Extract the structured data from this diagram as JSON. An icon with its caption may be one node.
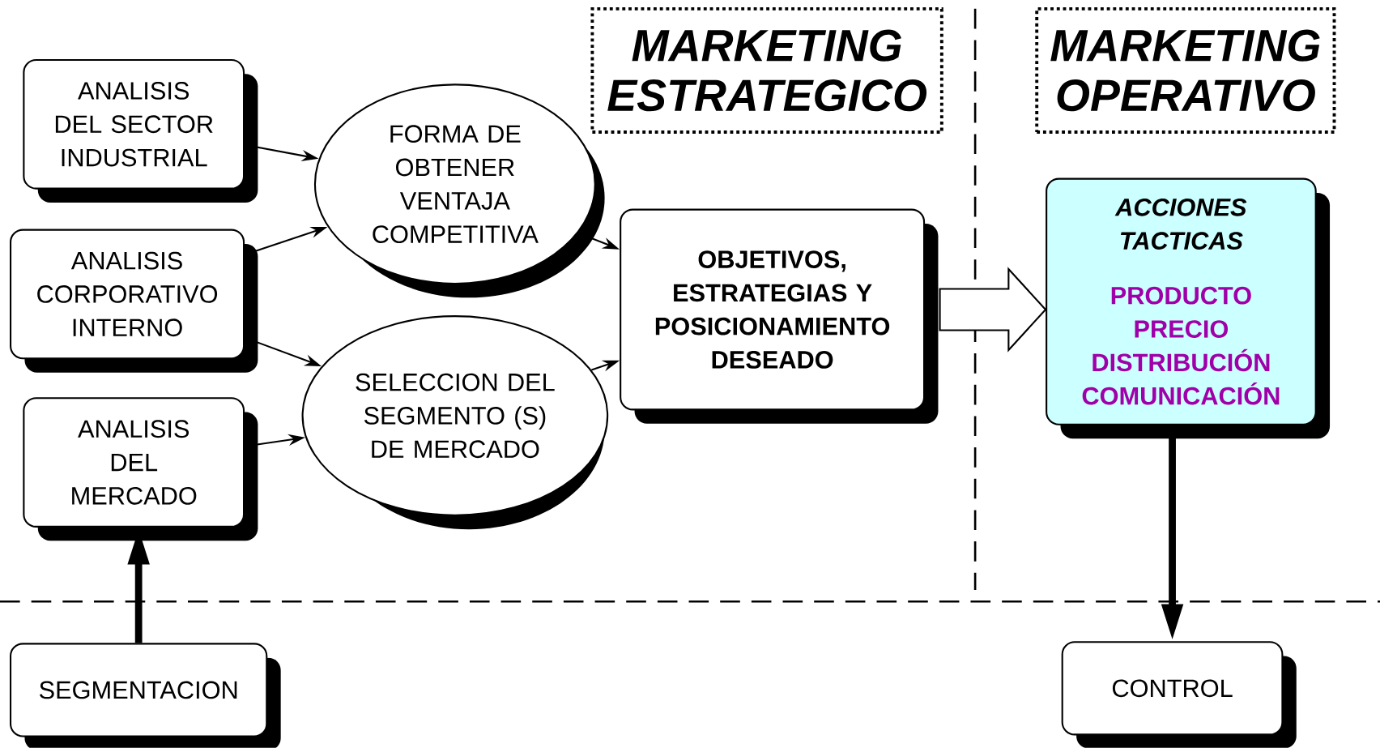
{
  "diagram": {
    "nodes": [
      {
        "text": [
          "ANALISIS DEL SECTOR INDUSTRIAL"
        ]
      },
      {
        "text": [
          "ANALISIS CORPORATIVO INTERNO"
        ]
      },
      {
        "text": [
          "ANALISIS DEL MERCADO"
        ]
      },
      {
        "text": [
          "FORMA DE OBTENER VENTAJA COMPETITIVA"
        ]
      },
      {
        "text": [
          "SELECCION DEL SEGMENTO (S) DE MERCADO"
        ]
      },
      {
        "text": [
          "OBJETIVOS, ESTRATEGIAS Y POSICIONAMIENTO DESEADO"
        ]
      },
      {
        "text": [
          "MARKETING ESTRATEGICO"
        ]
      },
      {
        "text": [
          "MARKETING OPERATIVO"
        ]
      },
      {
        "text": [
          "ACCIONES TACTICAS",
          "PRODUCTO",
          "PRECIO",
          "DISTRIBUCIÓN",
          "COMUNICACIÓN"
        ]
      },
      {
        "text": [
          "SEGMENTACION"
        ]
      },
      {
        "text": [
          "CONTROL"
        ]
      }
    ],
    "edges": [
      {
        "from": 0,
        "to": 3,
        "arrow": "to"
      },
      {
        "from": 1,
        "to": 3,
        "arrow": "to"
      },
      {
        "from": 1,
        "to": 4,
        "arrow": "to"
      },
      {
        "from": 2,
        "to": 4,
        "arrow": "to"
      },
      {
        "from": 3,
        "to": 5,
        "arrow": "to"
      },
      {
        "from": 4,
        "to": 5,
        "arrow": "to"
      },
      {
        "from": 5,
        "to": 8,
        "arrow": "to",
        "style": "thick"
      },
      {
        "from": 9,
        "to": 2,
        "arrow": "to",
        "style": "thick"
      },
      {
        "from": 8,
        "to": 10,
        "arrow": "to",
        "style": "thick"
      }
    ]
  }
}
